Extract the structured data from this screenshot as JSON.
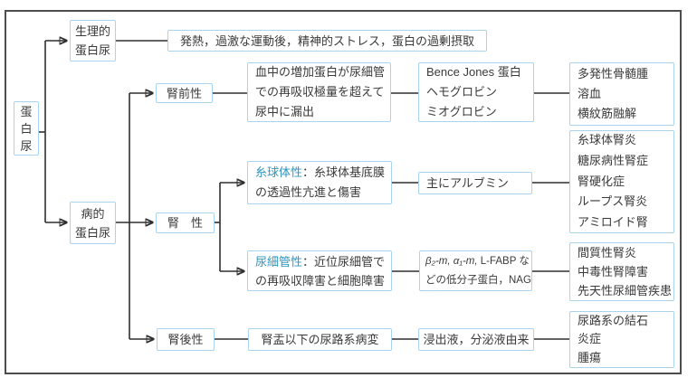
{
  "title": "蛋白尿の分類フローチャート",
  "palette": {
    "box_border": "#a9d3ee",
    "line_color": "#2f2f2f",
    "outer_border": "#4d4d4d",
    "text_color": "#3a3a3a",
    "highlight_text": "#2e96c0",
    "background": "#ffffff"
  },
  "nodes": {
    "root": {
      "label": "蛋白尿"
    },
    "physiologic": {
      "lines": [
        "生理的",
        "蛋白尿"
      ]
    },
    "pathologic": {
      "lines": [
        "病的",
        "蛋白尿"
      ]
    },
    "physiologic_causes": {
      "label": "発熱，過激な運動後，精神的ストレス，蛋白の過剰摂取"
    },
    "prerenal": {
      "label": "腎前性"
    },
    "renal": {
      "label": "腎　性"
    },
    "postrenal": {
      "label": "腎後性"
    },
    "prerenal_mech": {
      "lines": [
        "血中の増加蛋白が尿細管",
        "での再吸収極量を超えて",
        "尿中に漏出"
      ]
    },
    "prerenal_proteins": {
      "lines": [
        "Bence Jones 蛋白",
        "ヘモグロビン",
        "ミオグロビン"
      ]
    },
    "prerenal_diseases": {
      "lines": [
        "多発性骨髄腫",
        "溶血",
        "横紋筋融解"
      ]
    },
    "glomerular": {
      "highlight": "糸球体性",
      "rest": "：糸球体基底膜",
      "line2": "の透過性亢進と傷害"
    },
    "glomerular_protein": {
      "label": "主にアルブミン"
    },
    "glomerular_diseases": {
      "lines": [
        "糸球体腎炎",
        "糖尿病性腎症",
        "腎硬化症",
        "ループス腎炎",
        "アミロイド腎"
      ]
    },
    "tubular": {
      "highlight": "尿細管性",
      "rest": "：近位尿細管で",
      "line2": "の再吸収障害と細胞障害"
    },
    "tubular_proteins": {
      "line1_italic": "β₂-m, α₁-m,",
      "line1_rest": " L-FABP な",
      "line2": "どの低分子蛋白，NAG"
    },
    "tubular_diseases": {
      "lines": [
        "間質性腎炎",
        "中毒性腎障害",
        "先天性尿細管疾患"
      ]
    },
    "postrenal_mech": {
      "label": "腎盂以下の尿路系病変"
    },
    "postrenal_origin": {
      "label": "浸出液，分泌液由来"
    },
    "postrenal_diseases": {
      "lines": [
        "尿路系の結石",
        "炎症",
        "腫瘍"
      ]
    }
  }
}
